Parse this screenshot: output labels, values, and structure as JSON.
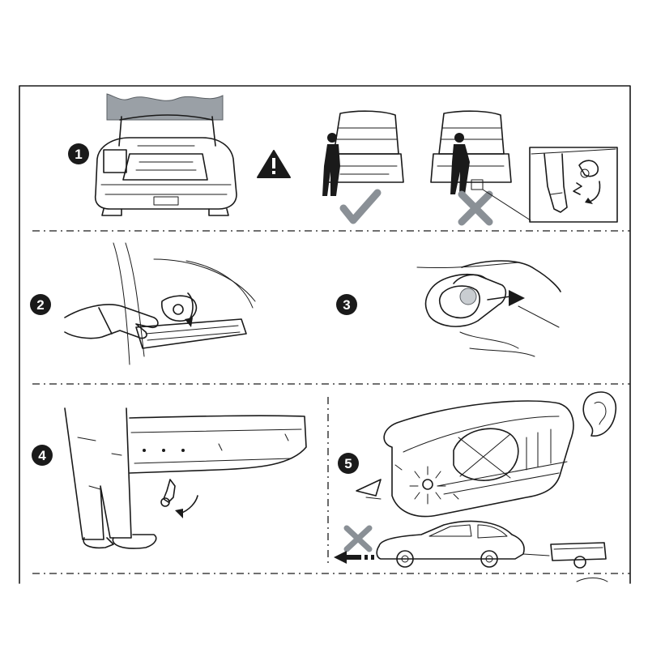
{
  "steps": [
    {
      "number": "1"
    },
    {
      "number": "2"
    },
    {
      "number": "3"
    },
    {
      "number": "4"
    },
    {
      "number": "5"
    }
  ],
  "icons": {
    "warning": "warning-triangle-icon",
    "correct": "check-mark-icon",
    "incorrect": "cross-mark-icon",
    "hearing": "ear-icon"
  },
  "colors": {
    "ink": "#1a1a1a",
    "mark_grey": "#8a9096",
    "badge": "#1a1a1a"
  }
}
